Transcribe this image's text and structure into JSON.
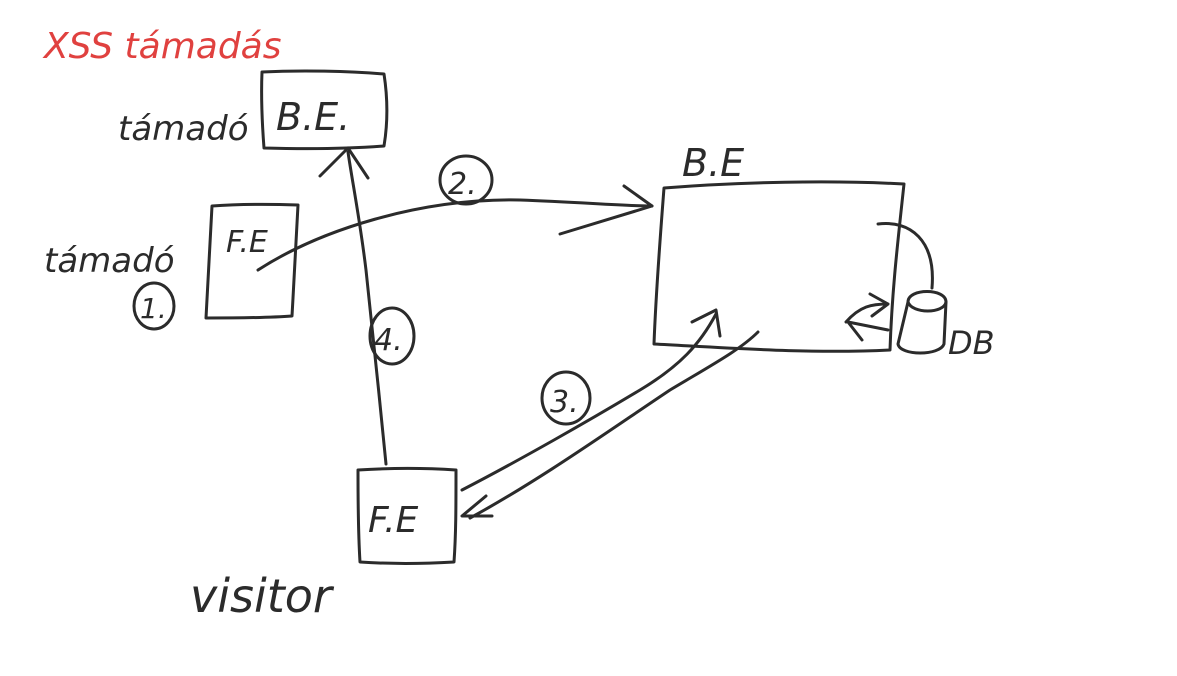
{
  "title": "XSS támadás",
  "colors": {
    "ink": "#2b2b2b",
    "title_ink": "#e0413f",
    "board": "#ffffff"
  },
  "nodes": {
    "attacker_backend": {
      "label": "B.E.",
      "role": "támadó"
    },
    "attacker_frontend": {
      "label": "F.E",
      "role": "támadó"
    },
    "server_backend": {
      "label": "B.E"
    },
    "database": {
      "label": "DB"
    },
    "visitor_frontend": {
      "label": "F.E",
      "role": "visitor"
    }
  },
  "steps": [
    "1.",
    "2.",
    "3.",
    "4."
  ]
}
